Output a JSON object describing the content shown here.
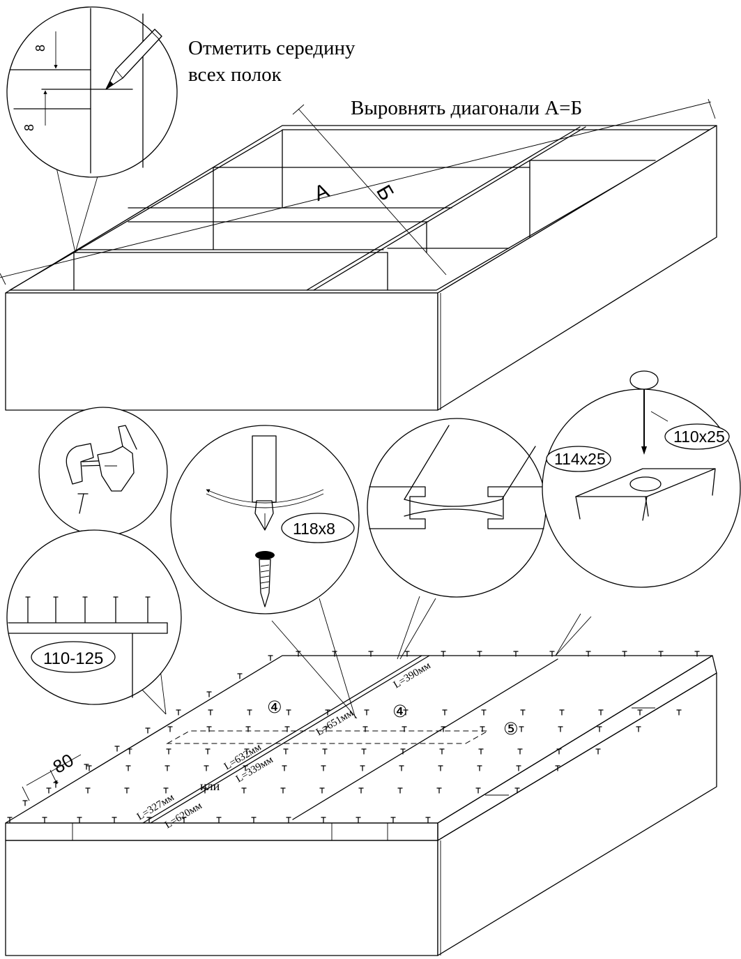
{
  "labels": {
    "mark_middle_line1": "Отметить середину",
    "mark_middle_line2": "всех полок",
    "align_diagonals": "Выровнять диагонали А=Б",
    "diag_a": "А",
    "diag_b": "Б",
    "gauge_8_top": "8",
    "gauge_8_bottom": "8"
  },
  "callouts": {
    "nail_spacing": "110-125",
    "screw_size": "118x8",
    "nail_size": "110x25",
    "staple_size": "114x25"
  },
  "panel": {
    "spacing": "80",
    "or_text": "или",
    "len_327": "L=327мм",
    "len_620": "L=620мм",
    "len_632": "L=632мм",
    "len_339": "L=339мм",
    "len_651": "L=651мм",
    "len_390": "L=390мм",
    "part_4_left": "④",
    "part_4_right": "④",
    "part_5": "⑤"
  },
  "icons": [
    "pencil-icon",
    "hammer-icon",
    "hand-icon",
    "screw-icon",
    "nail-icon",
    "staple-icon",
    "rotation-arrow-icon"
  ]
}
